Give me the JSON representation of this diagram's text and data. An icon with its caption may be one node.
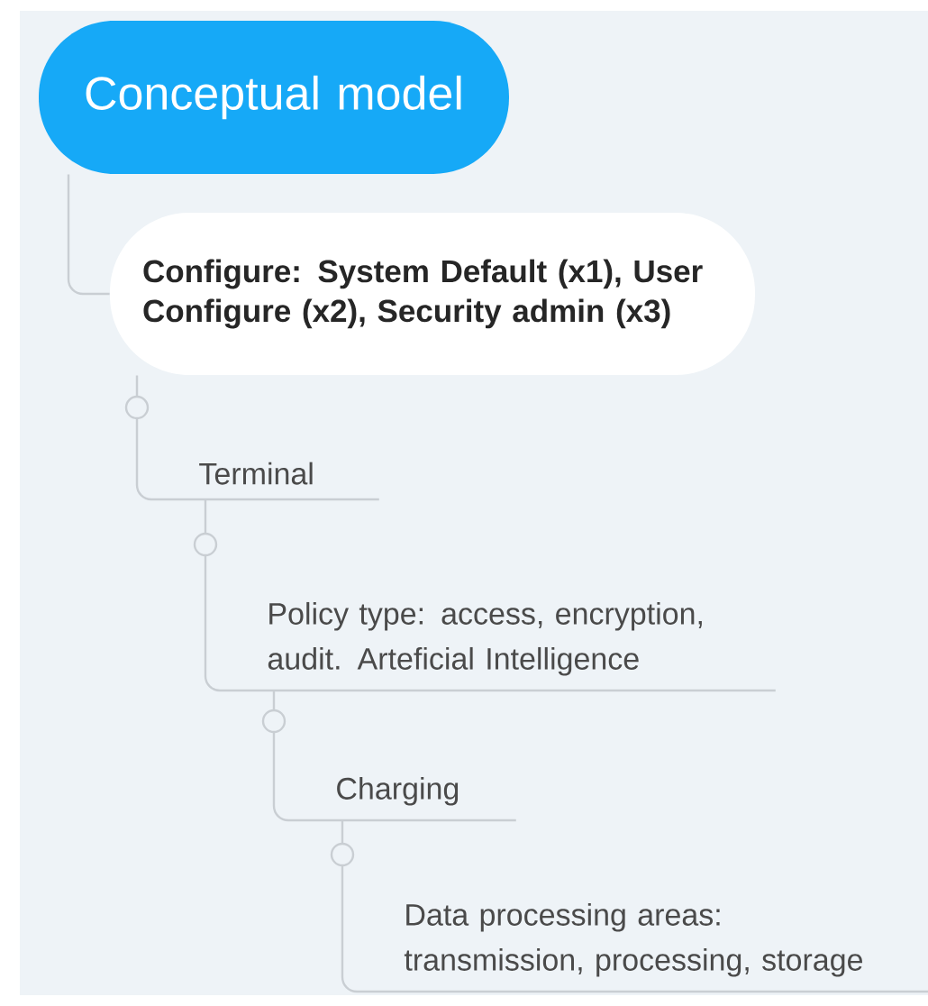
{
  "diagram": {
    "nodes": [
      {
        "text": [
          "Conceptual model"
        ]
      },
      {
        "text": [
          "Configure: System Default (x1), User Configure (x2), Security admin (x3)"
        ]
      },
      {
        "text": [
          "Terminal"
        ]
      },
      {
        "text": [
          "Policy type: access, encryption, audit. Arteficial Intelligence"
        ]
      },
      {
        "text": [
          "Charging"
        ]
      },
      {
        "text": [
          "Data processing areas: transmission, processing, storage"
        ]
      }
    ],
    "edges": [
      {
        "from": 0,
        "to": 1,
        "arrow": "none"
      },
      {
        "from": 1,
        "to": 2,
        "arrow": "none"
      },
      {
        "from": 2,
        "to": 3,
        "arrow": "none"
      },
      {
        "from": 3,
        "to": 4,
        "arrow": "none"
      },
      {
        "from": 4,
        "to": 5,
        "arrow": "none"
      }
    ]
  }
}
